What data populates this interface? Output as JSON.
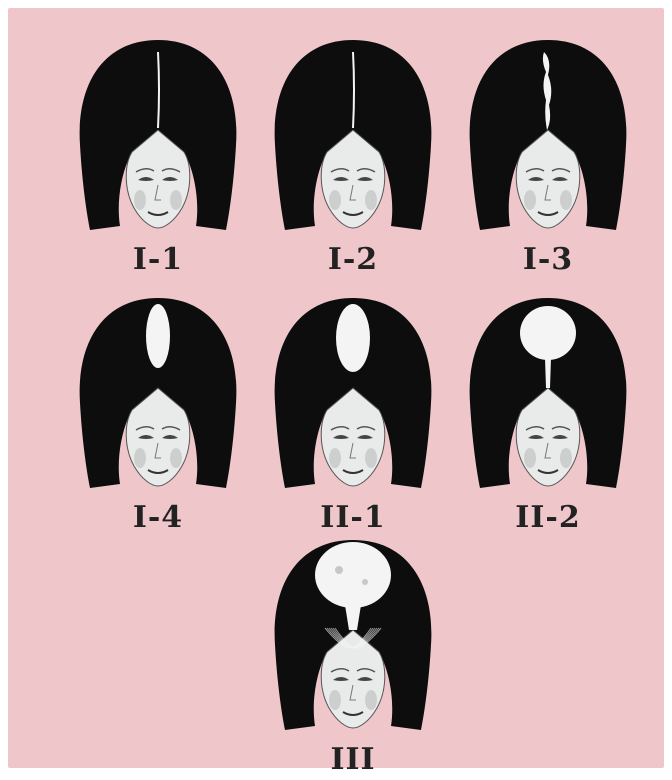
{
  "colors": {
    "background": "#efc7cb",
    "hair": "#0d0d0d",
    "scalp": "#f4f4f4",
    "face": "#e9ebea",
    "face_shadow": "#9a9a9a"
  },
  "stages": [
    {
      "label": "I-1",
      "parting": "thin-line",
      "hair_loss_icon": "thin-part-line"
    },
    {
      "label": "I-2",
      "parting": "thin-line",
      "hair_loss_icon": "thin-part-line"
    },
    {
      "label": "I-3",
      "parting": "narrow-strip",
      "hair_loss_icon": "narrow-part-strip"
    },
    {
      "label": "I-4",
      "parting": "medium-strip",
      "hair_loss_icon": "medium-part-strip"
    },
    {
      "label": "II-1",
      "parting": "wide-strip",
      "hair_loss_icon": "wide-part-strip"
    },
    {
      "label": "II-2",
      "parting": "oval-crown",
      "hair_loss_icon": "oval-crown-thinning"
    },
    {
      "label": "III",
      "parting": "full-crown",
      "hair_loss_icon": "full-crown-thinning"
    }
  ]
}
